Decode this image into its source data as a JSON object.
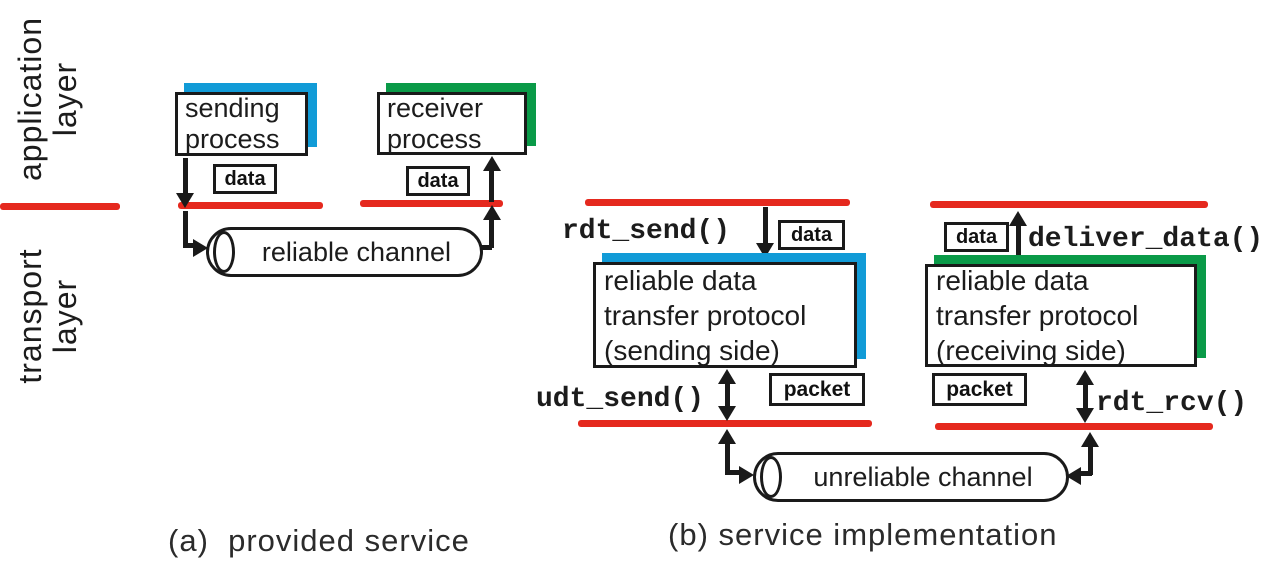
{
  "colors": {
    "red": "#e5291e",
    "blue": "#119bd7",
    "green": "#0a9a48",
    "ink": "#1a1a1a"
  },
  "layer_labels": {
    "application": {
      "line1": "application",
      "line2": "layer"
    },
    "transport": {
      "line1": "transport",
      "line2": "layer"
    }
  },
  "panel_a": {
    "sending_process": {
      "line1": "sending",
      "line2": "process"
    },
    "receiver_process": {
      "line1": "receiver",
      "line2": "process"
    },
    "data_left": "data",
    "data_right": "data",
    "channel": "reliable channel",
    "caption": "(a)  provided service"
  },
  "panel_b": {
    "rdt_send": "rdt_send()",
    "data_left": "data",
    "sending_box": {
      "line1": "reliable data",
      "line2": "transfer protocol",
      "line3": "(sending side)"
    },
    "udt_send": "udt_send()",
    "packet_left": "packet",
    "data_right": "data",
    "deliver_data": "deliver_data()",
    "receiving_box": {
      "line1": "reliable data",
      "line2": "transfer protocol",
      "line3": "(receiving side)"
    },
    "packet_right": "packet",
    "rdt_rcv": "rdt_rcv()",
    "channel": "unreliable channel",
    "caption": "(b) service implementation"
  }
}
